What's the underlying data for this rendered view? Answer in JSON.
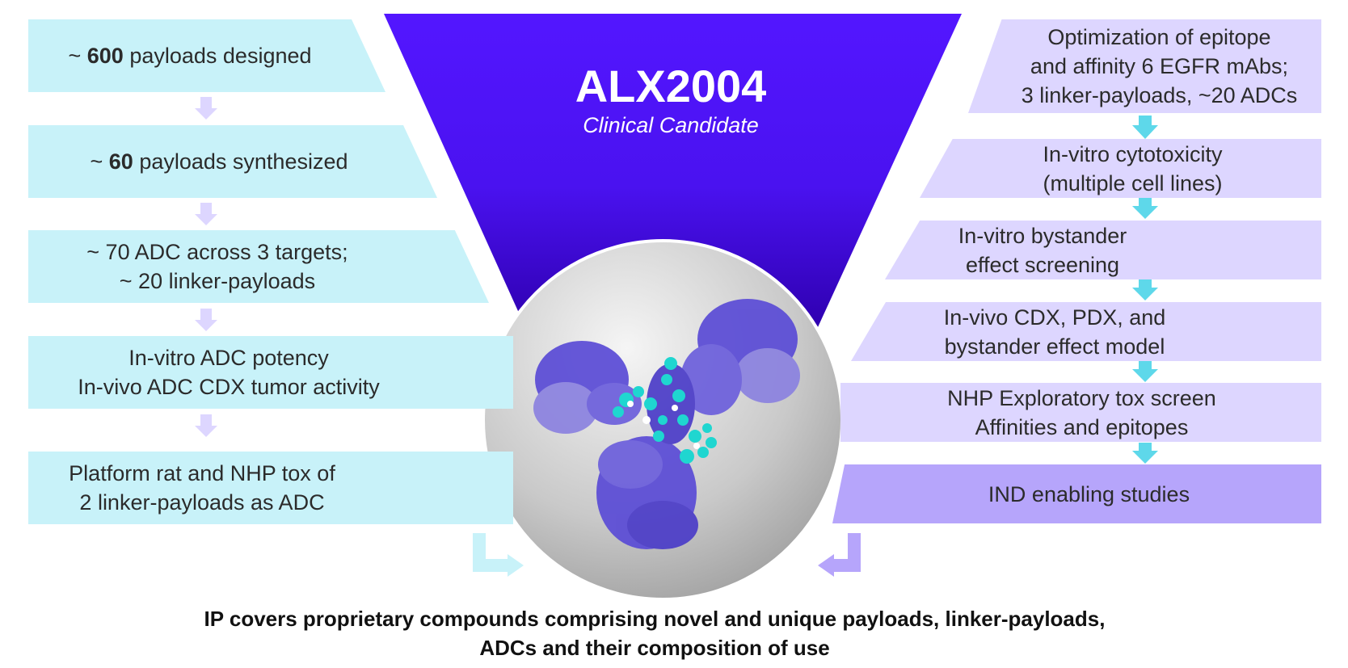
{
  "center": {
    "title": "ALX2004",
    "subtitle": "Clinical Candidate",
    "image_description_icon": "antibody-molecule-icon"
  },
  "left_flow": {
    "color": "#c8f2f9",
    "arrow_color": "#ddd6ff",
    "steps": [
      {
        "prefix": "~ ",
        "bold": "600",
        "rest": " payloads designed"
      },
      {
        "prefix": "~ ",
        "bold": "60",
        "rest": " payloads synthesized"
      },
      {
        "lines": [
          "~ 70 ADC across 3 targets;",
          "~ 20 linker-payloads"
        ]
      },
      {
        "lines": [
          "In-vitro ADC potency",
          "In-vivo ADC CDX tumor activity"
        ]
      },
      {
        "lines": [
          "Platform rat and NHP tox of",
          "2 linker-payloads as ADC"
        ]
      }
    ]
  },
  "right_flow": {
    "color": "#ddd6ff",
    "highlight_color": "#b6a5fb",
    "arrow_color": "#5ed8ea",
    "steps": [
      {
        "lines": [
          "Optimization of epitope",
          "and affinity 6 EGFR mAbs;",
          "3 linker-payloads, ~20 ADCs"
        ]
      },
      {
        "lines": [
          "In-vitro cytotoxicity",
          "(multiple cell lines)"
        ]
      },
      {
        "lines": [
          "In-vitro bystander",
          "effect screening"
        ]
      },
      {
        "lines": [
          "In-vivo CDX, PDX, and",
          "bystander effect model"
        ]
      },
      {
        "lines": [
          "NHP Exploratory tox screen",
          "Affinities and epitopes"
        ]
      },
      {
        "lines": [
          "IND enabling studies"
        ]
      }
    ]
  },
  "footer": {
    "line1": "IP covers proprietary compounds comprising novel and unique payloads, linker-payloads,",
    "line2": "ADCs and their composition of use"
  },
  "colors": {
    "funnel_top": "#4f14ff",
    "funnel_bottom": "#3300bf",
    "circle_light": "#f2f2f2",
    "circle_dark": "#a6a6a6",
    "protein": "#5a4bd6",
    "payload": "#1fd6d0"
  }
}
